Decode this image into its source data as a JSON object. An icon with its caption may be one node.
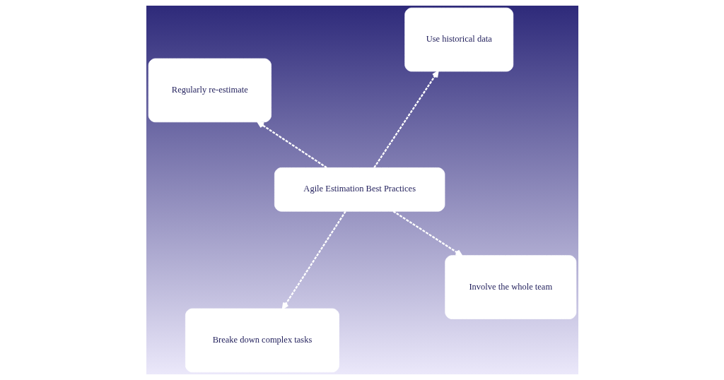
{
  "diagram": {
    "nodes": [
      {
        "text": [
          "Agile Estimation Best Practices"
        ]
      },
      {
        "text": [
          "Involve the whole team"
        ]
      },
      {
        "text": [
          "Breake down complex tasks"
        ]
      },
      {
        "text": [
          "Regularly re-estimate"
        ]
      },
      {
        "text": [
          "Use historical data"
        ]
      }
    ],
    "edges": [
      {
        "from": 0,
        "to": 1,
        "arrow": "to",
        "style": "dashed"
      },
      {
        "from": 0,
        "to": 2,
        "arrow": "to",
        "style": "dashed"
      },
      {
        "from": 0,
        "to": 3,
        "arrow": "to",
        "style": "dashed"
      },
      {
        "from": 0,
        "to": 4,
        "arrow": "to",
        "style": "dashed"
      }
    ]
  }
}
